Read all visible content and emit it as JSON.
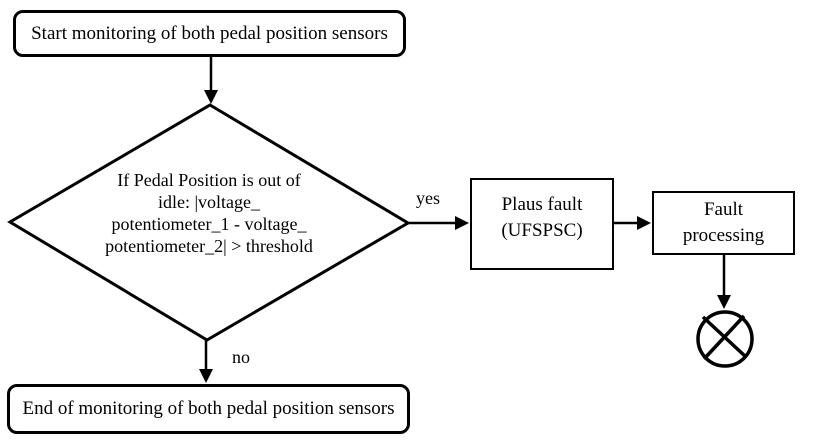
{
  "colors": {
    "stroke": "#000000",
    "background": "#ffffff",
    "text": "#000000"
  },
  "flowchart": {
    "nodes": [
      {
        "id": "start",
        "type": "terminator",
        "label": "Start monitoring of both pedal position sensors"
      },
      {
        "id": "decision",
        "type": "diamond",
        "label": "If Pedal Position is out of\nidle: |voltage_\npotentiometer_1 - voltage_\npotentiometer_2| > threshold"
      },
      {
        "id": "plaus-fault",
        "type": "process",
        "label": "Plaus fault\n(UFSPSC)"
      },
      {
        "id": "fault-processing",
        "type": "process",
        "label": "Fault\nprocessing"
      },
      {
        "id": "end",
        "type": "terminator",
        "label": "End of monitoring of both pedal position sensors"
      },
      {
        "id": "sink",
        "type": "crossed-circle",
        "label": ""
      }
    ],
    "edges": [
      {
        "from": "start",
        "to": "decision",
        "label": ""
      },
      {
        "from": "decision",
        "to": "plaus-fault",
        "label": "yes"
      },
      {
        "from": "plaus-fault",
        "to": "fault-processing",
        "label": ""
      },
      {
        "from": "fault-processing",
        "to": "sink",
        "label": ""
      },
      {
        "from": "decision",
        "to": "end",
        "label": "no"
      }
    ]
  }
}
